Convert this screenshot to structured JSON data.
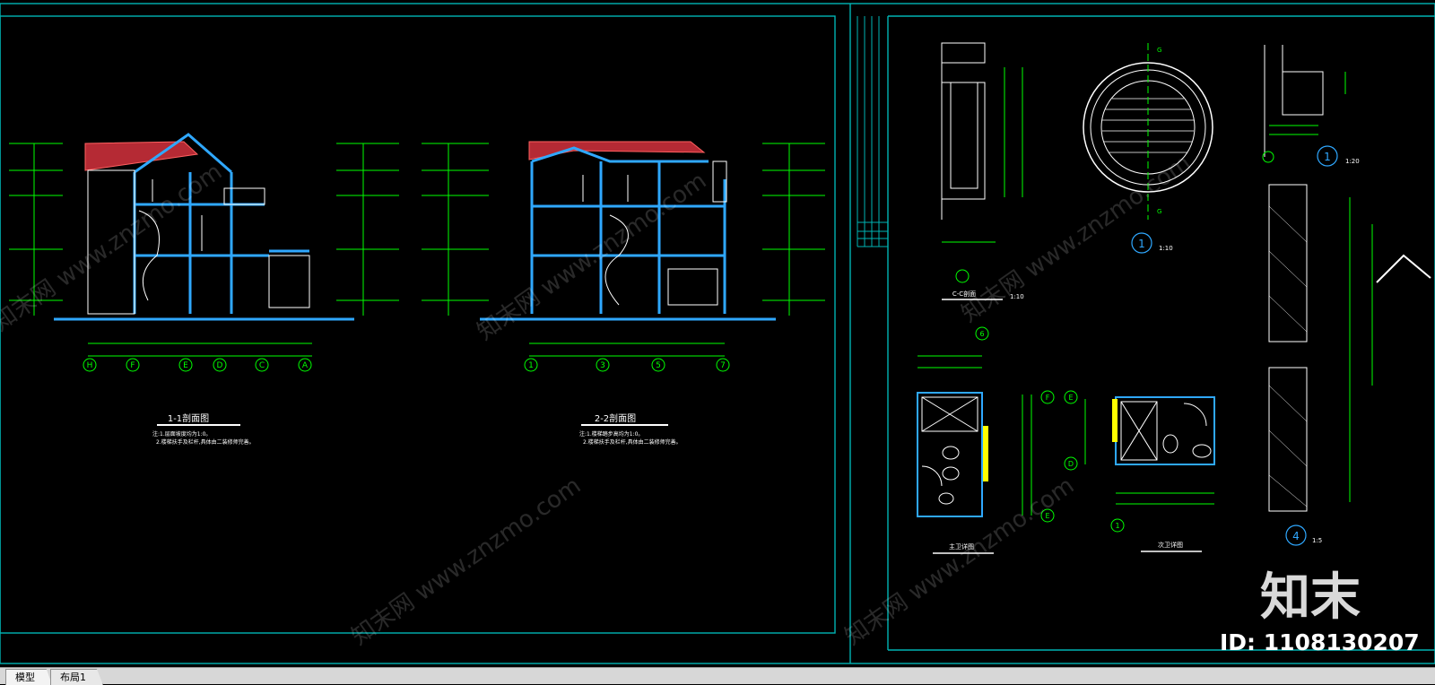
{
  "sections": {
    "section11": {
      "title": "1-1剖面图",
      "note1": "注:1.层面坡度均为1:0。",
      "note2": "2.楼梯扶手及栏杆,具体由二装修师完善。",
      "axes": [
        "H",
        "F",
        "E",
        "D",
        "C",
        "A"
      ]
    },
    "section22": {
      "title": "2-2剖面图",
      "note1": "注:1.楼梯踏步高均为1:0。",
      "note2": "2.楼梯扶手及栏杆,具体由二装修师完善。",
      "axes": [
        "1",
        "3",
        "5",
        "7"
      ]
    }
  },
  "details": {
    "cc_label": "C-C剖面",
    "cc_scale": "1:10",
    "g_mark": "G",
    "detail1_num": "1",
    "detail1_scale": "1:10",
    "detail1b_num": "1",
    "detail1b_scale": "1:20",
    "detail4_num": "4",
    "detail4_scale": "1:5",
    "plan_master": "主卫详图",
    "plan_guest": "次卫详图",
    "grid_6": "6",
    "grid_F": "F",
    "grid_E": "E",
    "grid_E2": "E",
    "grid_D": "D",
    "grid_1": "1"
  },
  "watermark": {
    "logo": "知末",
    "id": "ID: 1108130207",
    "repeat": "知末网 www.znzmo.com"
  },
  "tabs": {
    "model": "模型",
    "layout": "布局1"
  },
  "colors": {
    "frame": "#00b4b4",
    "dim": "#00ff00",
    "wall": "#2fa8ff",
    "roof": "#d43a3a",
    "white": "#ffffff"
  }
}
